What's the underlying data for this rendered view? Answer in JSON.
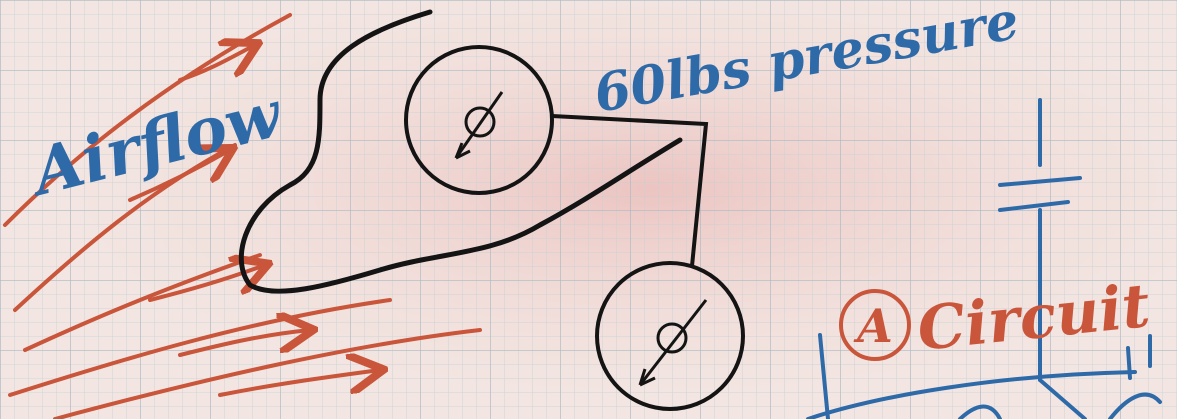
{
  "sketch": {
    "label_airflow": "Airflow",
    "label_pressure": "60lbs pressure",
    "label_circuit_badge": "A",
    "label_circuit": "Circuit",
    "colors": {
      "paper": "#f3e6e2",
      "grid": "#b9c7cf",
      "ink_black": "#141414",
      "ink_blue": "#2e6aa8",
      "ink_red": "#c9553a"
    }
  }
}
